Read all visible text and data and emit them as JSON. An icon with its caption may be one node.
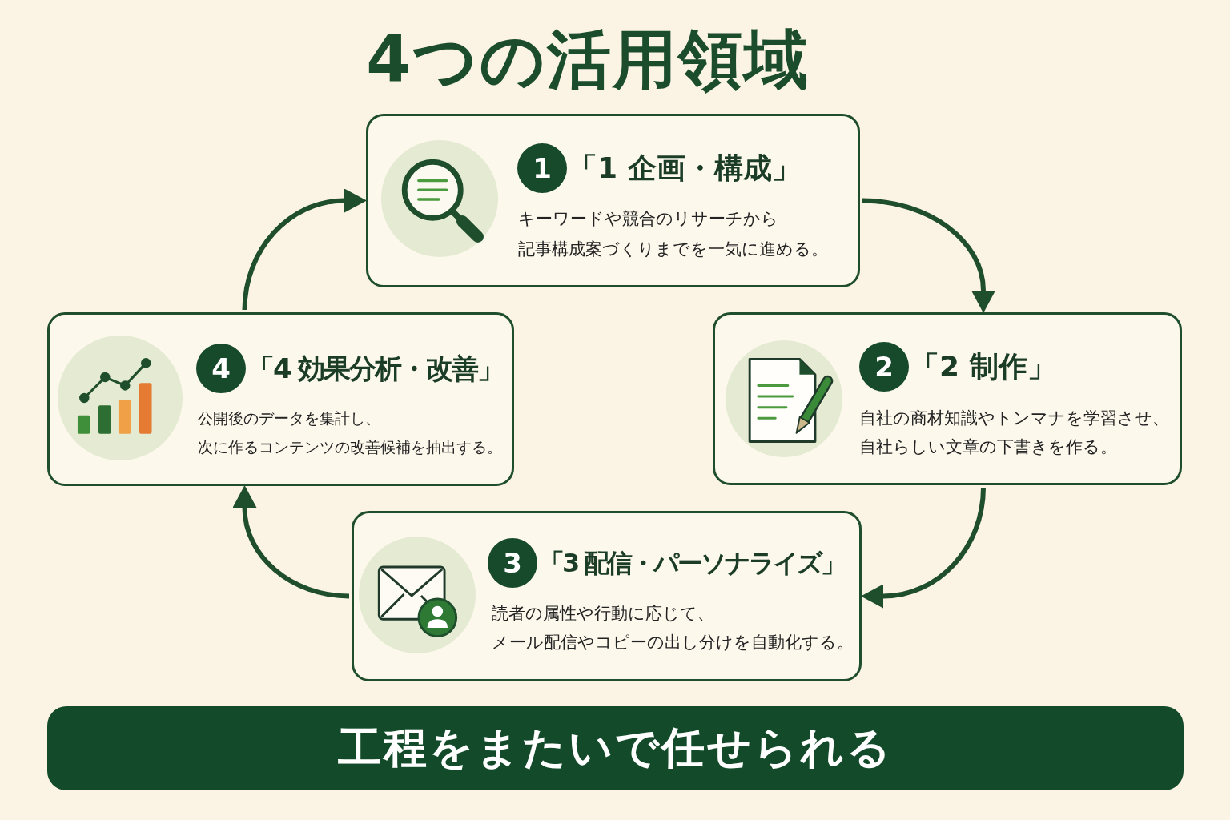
{
  "diagram": {
    "title": "4つの活用領域",
    "nodes": [
      {
        "text": [
          "「1 企画・構成」",
          "キーワードや競合のリサーチから記事構成案づくりまでを一気に進める。"
        ]
      },
      {
        "text": [
          "1"
        ],
        "in": 0
      },
      {
        "text": [
          "「4 効果分析・改善」",
          "公開後のデータを集計し、次に作るコンテンツの改善候補を抽出する。"
        ]
      },
      {
        "text": [
          "4"
        ],
        "in": 2
      },
      {
        "text": [
          "「2 制作」",
          "自社の商材知識やトンマナを学習させ、自社らしい文章の下書きを作る。"
        ]
      },
      {
        "text": [
          "2"
        ],
        "in": 4
      },
      {
        "text": [
          "「3 配信・パーソナライズ」",
          "読者の属性や行動に応じて、メール配信やコピーの出し分けを自動化する。"
        ]
      },
      {
        "text": [
          "3"
        ],
        "in": 6
      },
      {
        "text": [
          "工程をまたいで任せられる"
        ]
      }
    ],
    "edges": [
      {
        "from": 0,
        "to": 4,
        "arrow": "to"
      },
      {
        "from": 4,
        "to": 6,
        "arrow": "to"
      },
      {
        "from": 6,
        "to": 2,
        "arrow": "to"
      },
      {
        "from": 2,
        "to": 0,
        "arrow": "to"
      }
    ]
  }
}
